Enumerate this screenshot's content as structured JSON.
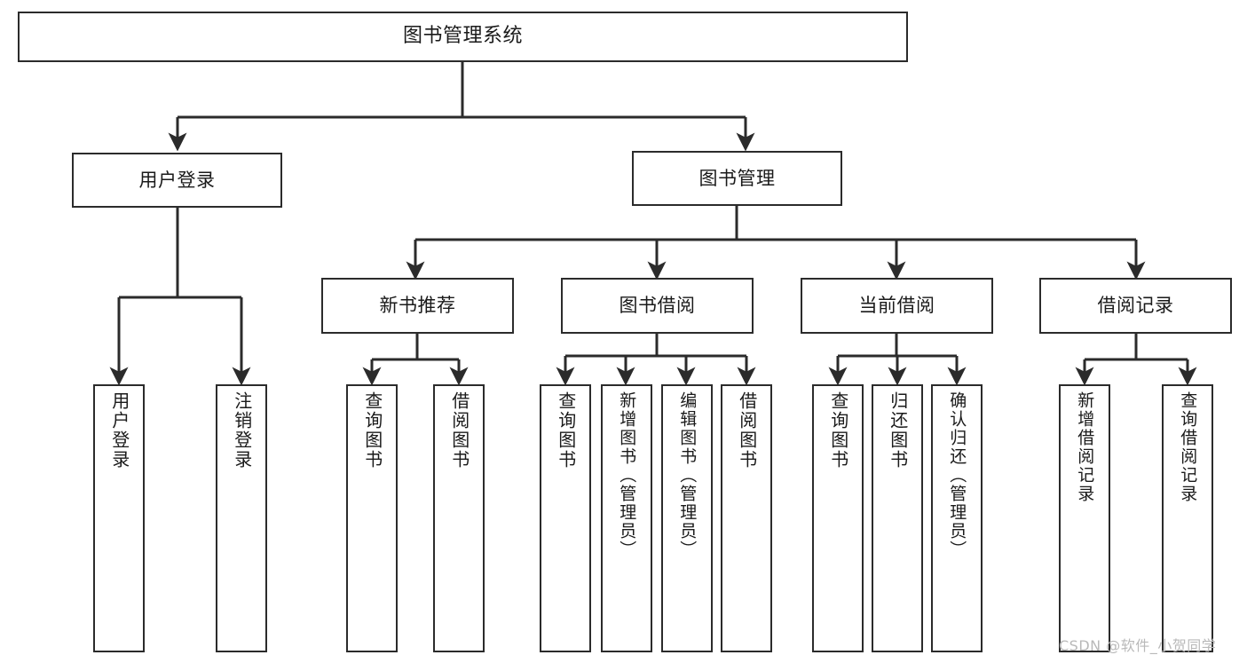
{
  "diagram": {
    "title": "图书管理系统",
    "type": "tree",
    "colors": {
      "border": "#2b2b2b",
      "fill": "#ffffff",
      "text": "#1a1a1a",
      "edge": "#2b2b2b",
      "watermark": "#b9b9b9"
    },
    "watermark": "CSDN @软件_小贺同学",
    "nodes": {
      "root": "图书管理系统",
      "level1": [
        "用户登录",
        "图书管理"
      ],
      "level2": [
        "新书推荐",
        "图书借阅",
        "当前借阅",
        "借阅记录"
      ],
      "leaves": {
        "user_login": [
          "用户登录",
          "注销登录"
        ],
        "new_book_recommend": [
          "查询图书",
          "借阅图书"
        ],
        "book_borrow": [
          "查询图书",
          "新增图书（管理员）",
          "编辑图书（管理员）",
          "借阅图书"
        ],
        "current_borrow": [
          "查询图书",
          "归还图书",
          "确认归还（管理员）"
        ],
        "borrow_record": [
          "新增借阅记录",
          "查询借阅记录"
        ]
      }
    }
  }
}
